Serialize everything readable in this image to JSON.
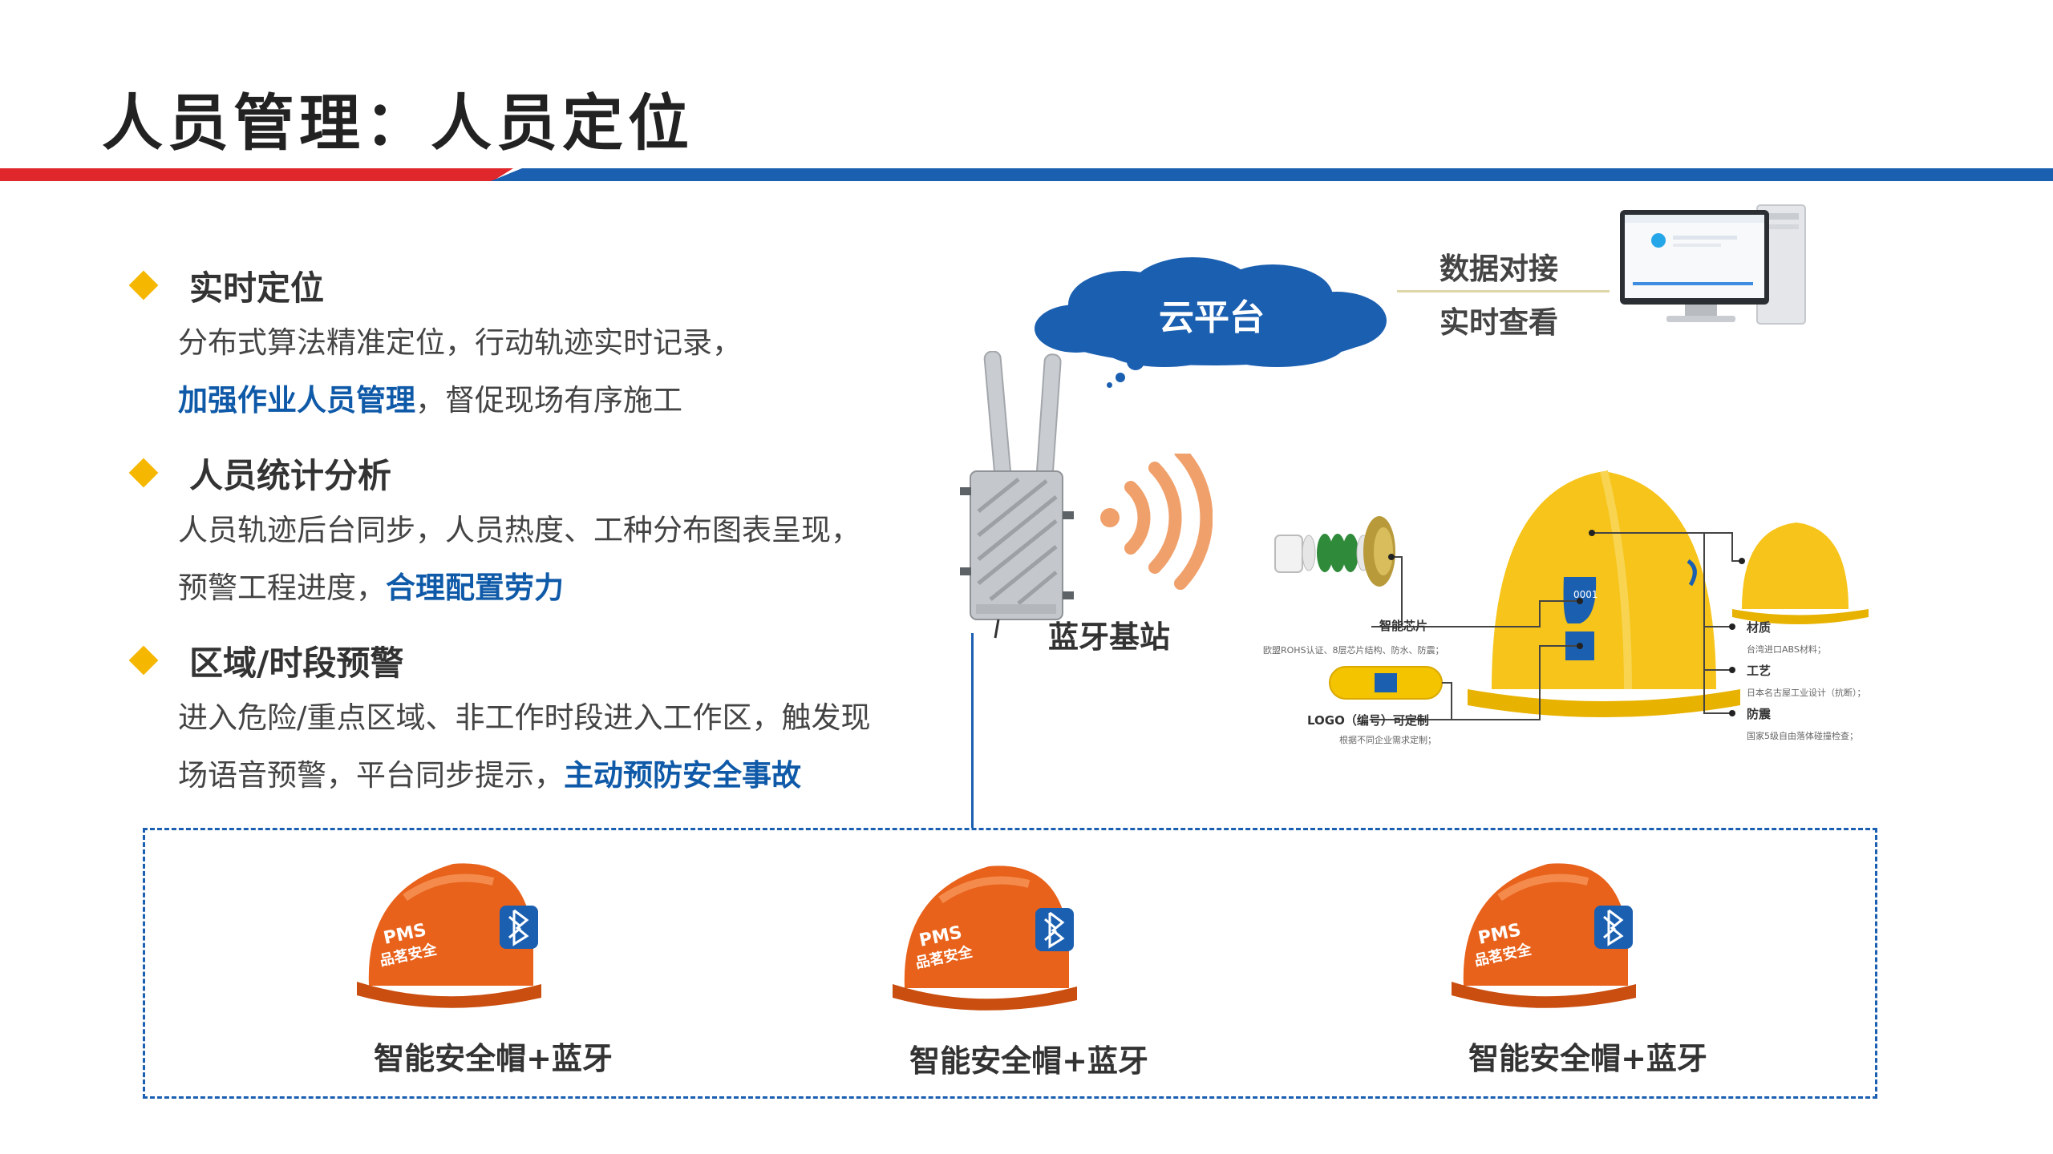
{
  "title": "人员管理：人员定位",
  "features": [
    {
      "title": "实时定位",
      "lines": [
        {
          "a": "分布式算法精准定位，行动轨迹实时记录，",
          "hl": "",
          "b": ""
        },
        {
          "a": "",
          "hl": "加强作业人员管理",
          "b": "，督促现场有序施工"
        }
      ]
    },
    {
      "title": "人员统计分析",
      "lines": [
        {
          "a": "人员轨迹后台同步，人员热度、工种分布图表呈现，",
          "hl": "",
          "b": ""
        },
        {
          "a": "预警工程进度，",
          "hl": "合理配置劳力",
          "b": ""
        }
      ]
    },
    {
      "title": "区域/时段预警",
      "lines": [
        {
          "a": "进入危险/重点区域、非工作时段进入工作区，触发现",
          "hl": "",
          "b": ""
        },
        {
          "a": "场语音预警，平台同步提示，",
          "hl": "主动预防安全事故",
          "b": ""
        }
      ]
    }
  ],
  "cloud": {
    "label": "云平台"
  },
  "data_labels": [
    "数据对接",
    "实时查看"
  ],
  "station": {
    "label": "蓝牙基站"
  },
  "helmet_diagram": {
    "chip_label": "智能芯片",
    "chip_desc": "欧盟ROHS认证、8层芯片结构、防水、防震；",
    "logo_label": "LOGO（编号）可定制",
    "logo_desc": "根据不同企业需求定制；",
    "material_label": "材质",
    "material_desc": "台湾进口ABS材料；",
    "craft_label": "工艺",
    "craft_desc": "日本名古屋工业设计（抗断）；",
    "shock_label": "防震",
    "shock_desc": "国家5级自由落体碰撞检查；",
    "helmet_number": "0001"
  },
  "products": [
    {
      "label": "智能安全帽+蓝牙",
      "brand": "PMS",
      "brand_cn": "品茗安全"
    },
    {
      "label": "智能安全帽+蓝牙",
      "brand": "PMS",
      "brand_cn": "品茗安全"
    },
    {
      "label": "智能安全帽+蓝牙",
      "brand": "PMS",
      "brand_cn": "品茗安全"
    }
  ],
  "colors": {
    "red": "#e0272b",
    "blue": "#1b5fb1",
    "yellow": "#f5b700",
    "highlight": "#0f5aa8",
    "orange": "#e8621b"
  }
}
